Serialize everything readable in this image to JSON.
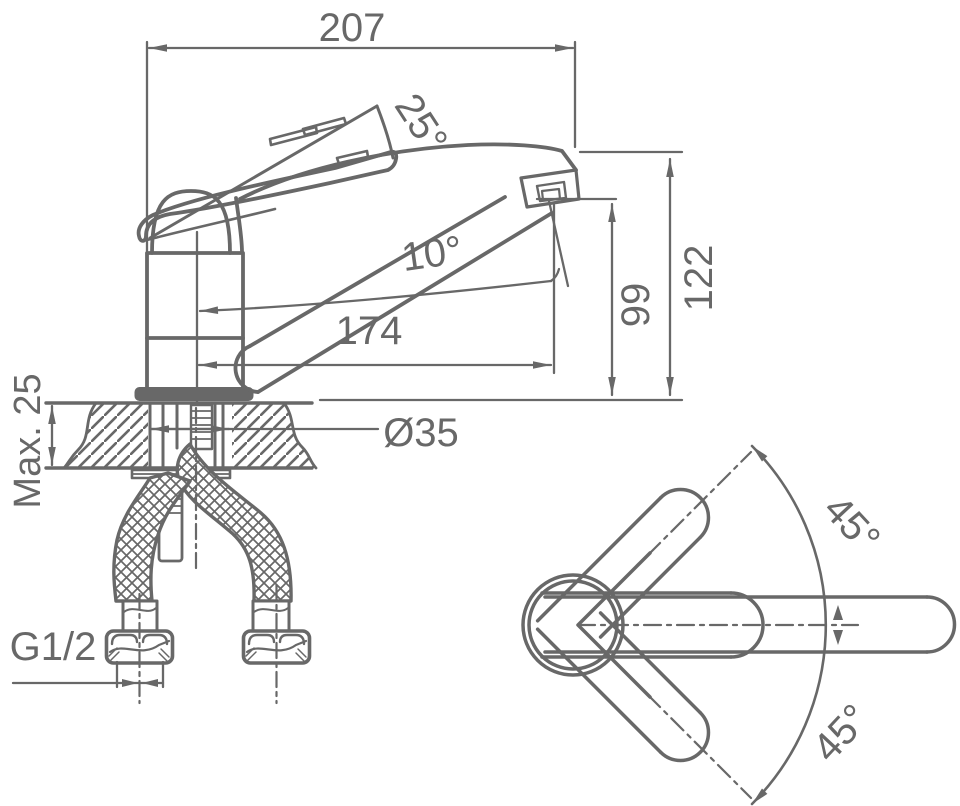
{
  "drawing": {
    "type": "technical-dimension-drawing",
    "subject": "single-lever kitchen faucet, side view and top (swivel) view",
    "background_color": "#ffffff",
    "line_color": "#686868",
    "side_view": {
      "dimensions": {
        "overall_width": "207",
        "handle_lift_angle": "25°",
        "spout_tilt_angle": "10°",
        "spout_reach": "174",
        "outlet_height": "99",
        "overall_height": "122",
        "mounting_hole_diameter": "Ø35",
        "max_counter_thickness": "Max. 25",
        "supply_connection_thread": "G1/2"
      }
    },
    "top_view": {
      "dimensions": {
        "swivel_angle_upper": "45°",
        "swivel_angle_lower": "45°"
      }
    }
  }
}
